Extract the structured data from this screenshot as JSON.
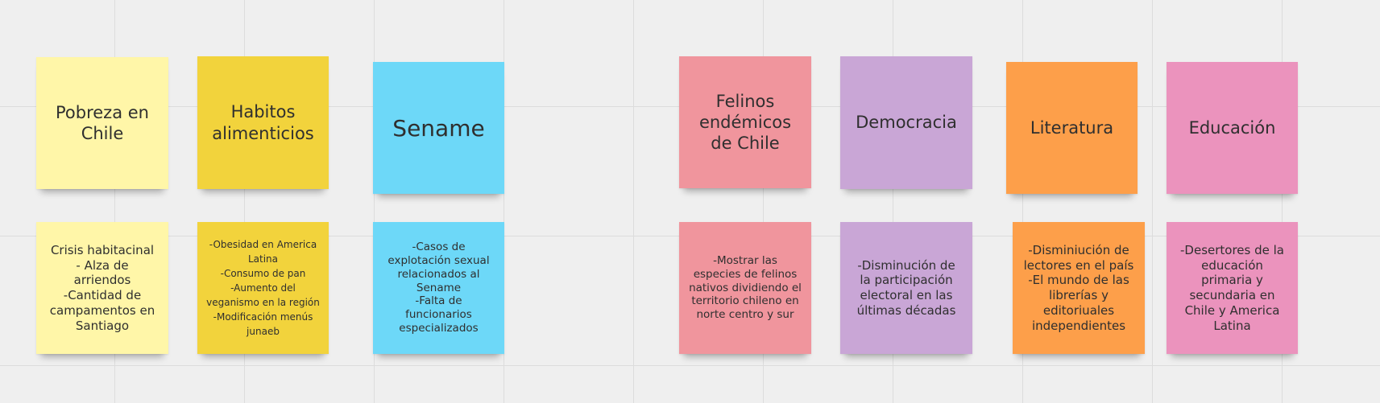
{
  "board": {
    "notes": [
      {
        "id": "pobreza-title",
        "text": "Pobreza en\nChile",
        "color": "#fff6a8"
      },
      {
        "id": "habitos-title",
        "text": "Habitos\nalimenticios",
        "color": "#f2d33c"
      },
      {
        "id": "sename-title",
        "text": "Sename",
        "color": "#6dd8f8"
      },
      {
        "id": "felinos-title",
        "text": "Felinos\nendémicos\nde Chile",
        "color": "#f0959d"
      },
      {
        "id": "democracia-title",
        "text": "Democracia",
        "color": "#c9a6d6"
      },
      {
        "id": "literatura-title",
        "text": "Literatura",
        "color": "#fd9f4a"
      },
      {
        "id": "educacion-title",
        "text": "Educación",
        "color": "#eb93bd"
      },
      {
        "id": "pobreza-detail",
        "text": "Crisis habitacinal\n- Alza de\narriendos\n-Cantidad de\ncampamentos en\nSantiago",
        "color": "#fff6a8"
      },
      {
        "id": "habitos-detail",
        "text": "-Obesidad en America\nLatina\n-Consumo de pan\n-Aumento del\nveganismo en la región\n-Modificación menús\njunaeb",
        "color": "#f2d33c"
      },
      {
        "id": "sename-detail",
        "text": "-Casos de\nexplotación sexual\nrelacionados al\nSename\n-Falta de\nfuncionarios\nespecializados",
        "color": "#6dd8f8"
      },
      {
        "id": "felinos-detail",
        "text": "-Mostrar las\nespecies de felinos\nnativos dividiendo el\nterritorio chileno en\nnorte centro y sur",
        "color": "#f0959d"
      },
      {
        "id": "democracia-detail",
        "text": "-Disminución de\nla participación\nelectoral en las\núltimas décadas",
        "color": "#c9a6d6"
      },
      {
        "id": "literatura-detail",
        "text": "-Disminiución de\nlectores en el país\n-El mundo de las\nlibrerías y\neditoriuales\nindependientes",
        "color": "#fd9f4a"
      },
      {
        "id": "educacion-detail",
        "text": "-Desertores de la\neducación\nprimaria y\nsecundaria en\nChile y America\nLatina",
        "color": "#eb93bd"
      }
    ]
  }
}
